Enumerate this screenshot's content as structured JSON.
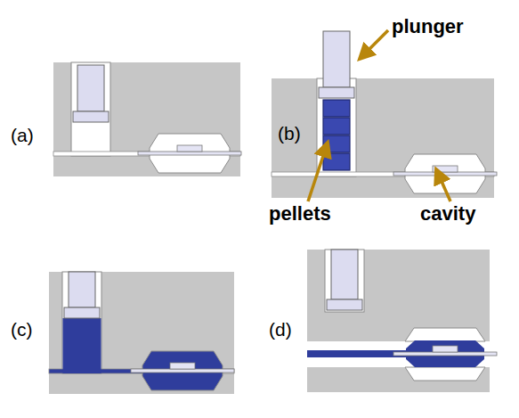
{
  "diagram": {
    "labels": [
      "plunger",
      "(a)",
      "(b)",
      "pellets",
      "cavity",
      "(c)",
      "(d)"
    ]
  }
}
